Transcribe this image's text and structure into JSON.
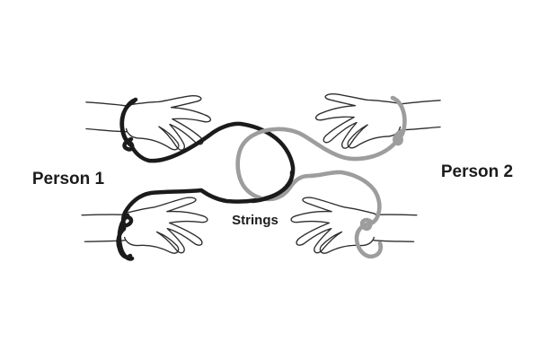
{
  "diagram": {
    "labels": {
      "person1": "Person 1",
      "person2": "Person 2",
      "strings": "Strings"
    },
    "colors": {
      "person1_string": "#1b1b1b",
      "person2_string": "#9d9d9d",
      "hand_outline": "#2e2e2e",
      "background": "#ffffff"
    }
  }
}
